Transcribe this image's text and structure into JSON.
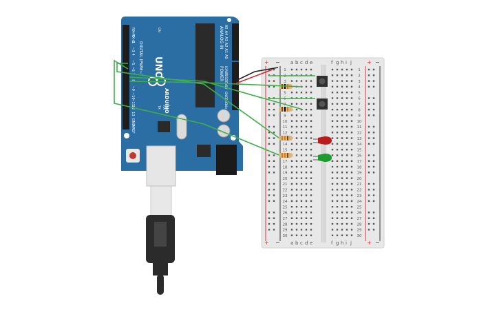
{
  "arduino": {
    "model": "UNO",
    "brand": "ARDUINO",
    "digital_header_label": "DIGITAL (PWM~)",
    "digital_pins": [
      "AREF",
      "GND",
      "13",
      "12",
      "~11",
      "~10",
      "~9",
      "8",
      "7",
      "~6",
      "~5",
      "4",
      "~3",
      "2",
      "TX→1",
      "RX←0"
    ],
    "power_header_label": "POWER",
    "power_pins": [
      "IOREF",
      "RESET",
      "3.3V",
      "5V",
      "GND",
      "GND",
      "Vin"
    ],
    "analog_header_label": "ANALOG IN",
    "analog_pins": [
      "A0",
      "A1",
      "A2",
      "A3",
      "A4",
      "A5"
    ],
    "led_labels": [
      "TX",
      "RX",
      "L",
      "ON"
    ],
    "board_color": "#2b6ea3"
  },
  "breadboard": {
    "column_letters": [
      "a",
      "b",
      "c",
      "d",
      "e",
      "f",
      "g",
      "h",
      "i",
      "j"
    ],
    "rows": [
      "1",
      "2",
      "3",
      "4",
      "5",
      "6",
      "7",
      "8",
      "9",
      "10",
      "11",
      "12",
      "13",
      "14",
      "15",
      "16",
      "17",
      "18",
      "19",
      "20",
      "21",
      "22",
      "23",
      "24",
      "25",
      "26",
      "27",
      "28",
      "29",
      "30"
    ],
    "rail_plus": "+",
    "rail_minus": "−"
  },
  "components": {
    "pushbuttons": [
      "button-1",
      "button-2"
    ],
    "resistors": [
      "resistor-1",
      "resistor-2",
      "resistor-3",
      "resistor-4"
    ],
    "leds": [
      {
        "color": "#b81d1d"
      },
      {
        "color": "#1f9a2c"
      }
    ]
  },
  "colors": {
    "wire_green": "#3fae49",
    "wire_red": "#d62b2b",
    "wire_black": "#222222"
  }
}
